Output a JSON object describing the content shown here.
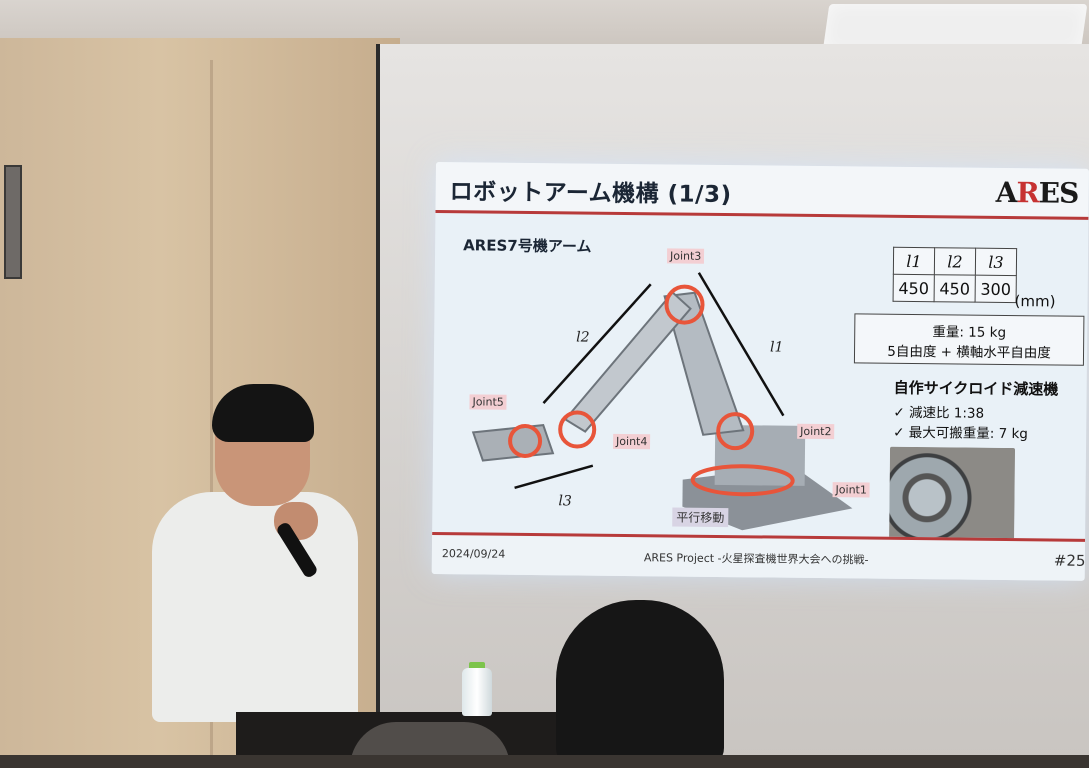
{
  "slide": {
    "title": "ロボットアーム機構 (1/3)",
    "logo": {
      "prefix": "A",
      "accent": "R",
      "suffix": "ES"
    },
    "arm_label": "ARES7号機アーム",
    "joints": [
      "Joint1",
      "Joint2",
      "Joint3",
      "Joint4",
      "Joint5"
    ],
    "link_labels": [
      "l1",
      "l2",
      "l3"
    ],
    "move_label": "平行移動",
    "dimensions": {
      "headers": [
        "l1",
        "l2",
        "l3"
      ],
      "values": [
        "450",
        "450",
        "300"
      ],
      "unit": "(mm)"
    },
    "spec": {
      "weight": "重量: 15 kg",
      "dof": "5自由度 + 横軸水平自由度"
    },
    "reducer": {
      "title": "自作サイクロイド減速機",
      "items": [
        "✓ 減速比 1:38",
        "✓ 最大可搬重量: 7 kg"
      ]
    },
    "footer": {
      "date": "2024/09/24",
      "project": "ARES Project -火星探査機世界大会への挑戦-",
      "page": "#25"
    }
  },
  "colors": {
    "accent": "#b73a3a",
    "joint_ring": "#e8553a",
    "arm_metal": "#9aa3ad"
  }
}
